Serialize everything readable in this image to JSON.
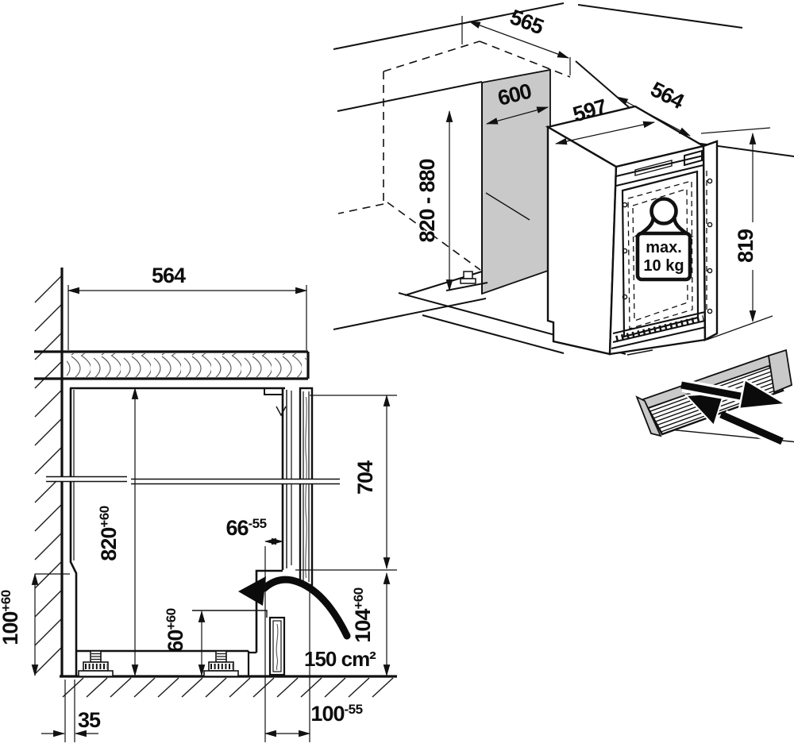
{
  "iso": {
    "dims": {
      "niche_depth": "565",
      "niche_width": "600",
      "niche_height_range": "820 - 880",
      "appliance_width": "597",
      "appliance_depth": "564",
      "appliance_height": "819"
    },
    "door_load": {
      "line1": "max.",
      "line2": "10 kg"
    }
  },
  "section": {
    "dims": {
      "worktop_depth": "564",
      "furniture_door_height": "704",
      "niche_height": {
        "v": "820",
        "t": "+60"
      },
      "plinth_inset": {
        "v": "66",
        "t": "-55"
      },
      "rear_recess_height": {
        "v": "100",
        "t": "+60"
      },
      "air_gap_height": {
        "v": "60",
        "t": "+60"
      },
      "door_bottom_clearance": {
        "v": "104",
        "t": "+60"
      },
      "vent_area": "150 cm²",
      "wall_gap": "35",
      "plinth_depth": {
        "v": "100",
        "t": "-55"
      }
    }
  }
}
